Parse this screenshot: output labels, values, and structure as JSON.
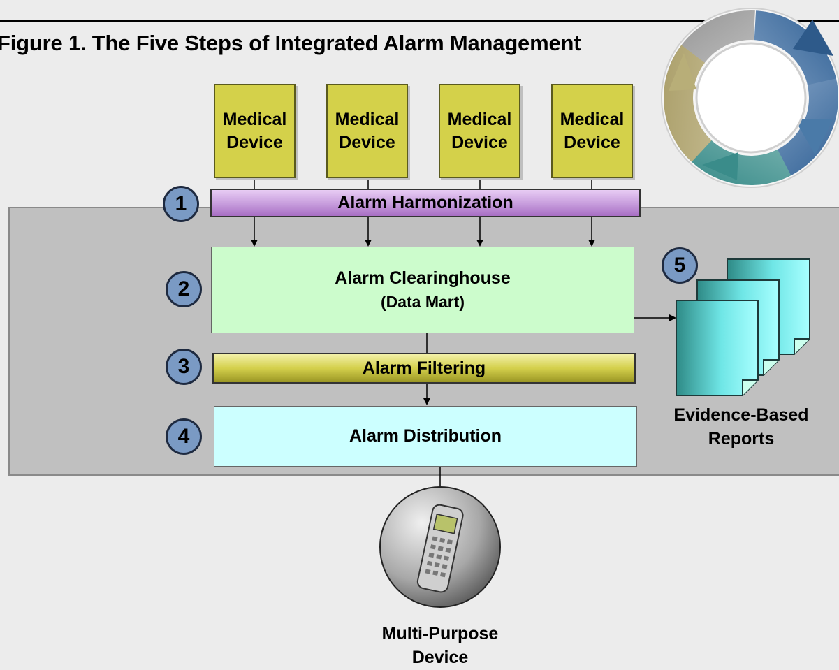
{
  "figure": {
    "title": "Figure 1. The Five Steps of Integrated Alarm Management"
  },
  "devices": [
    {
      "line1": "Medical",
      "line2": "Device"
    },
    {
      "line1": "Medical",
      "line2": "Device"
    },
    {
      "line1": "Medical",
      "line2": "Device"
    },
    {
      "line1": "Medical",
      "line2": "Device"
    }
  ],
  "steps": {
    "s1": {
      "number": "1",
      "label": "Alarm Harmonization"
    },
    "s2": {
      "number": "2",
      "line1": "Alarm Clearinghouse",
      "line2": "(Data Mart)"
    },
    "s3": {
      "number": "3",
      "label": "Alarm Filtering"
    },
    "s4": {
      "number": "4",
      "label": "Alarm Distribution"
    },
    "s5": {
      "number": "5",
      "line1": "Evidence-Based",
      "line2": "Reports"
    }
  },
  "endpoint": {
    "line1": "Multi-Purpose",
    "line2": "Device"
  },
  "icons": [
    "cycle-arrows-icon",
    "reports-stack-icon",
    "mobile-phone-icon"
  ],
  "colors": {
    "device": "#d4d14a",
    "harmonization": "#c69bdc",
    "clearinghouse": "#ccfccc",
    "filtering": "#d4d04c",
    "distribution": "#ccffff",
    "step_badge": "#7a9ac4",
    "panel": "#c0c0c0"
  }
}
